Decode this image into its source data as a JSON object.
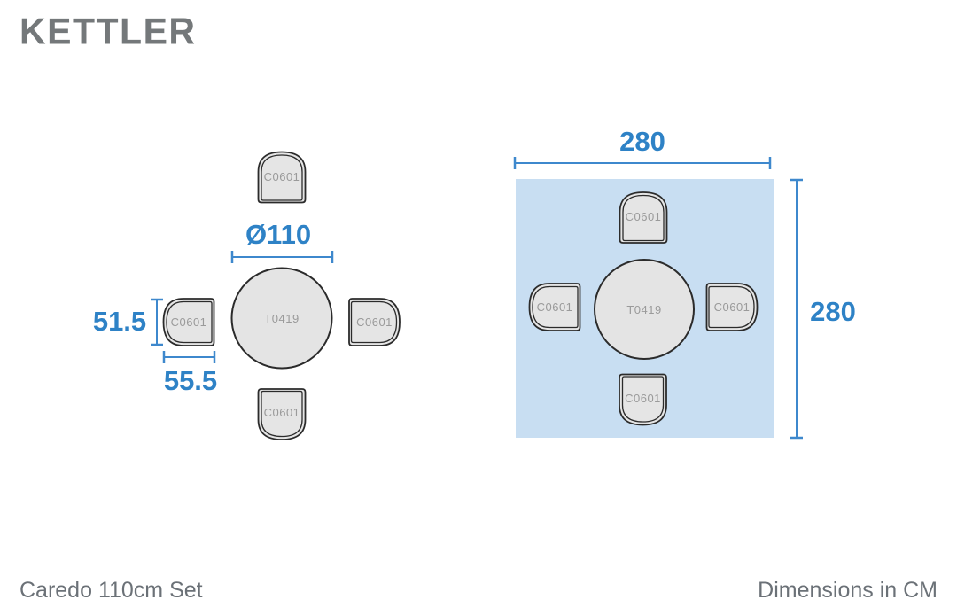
{
  "brand": {
    "logo_text": "KETTLER"
  },
  "footer": {
    "product_name": "Caredo 110cm Set",
    "units_note": "Dimensions in CM"
  },
  "parts": {
    "table_code": "T0419",
    "chair_code": "C0601"
  },
  "set_diagram": {
    "table_diameter": "Ø110",
    "chair_width": "51.5",
    "chair_depth": "55.5"
  },
  "clearance_diagram": {
    "area_width": "280",
    "area_height": "280"
  },
  "colors": {
    "accent_blue": "#2E82C6",
    "dimension_line_blue": "#3E88CD",
    "clearance_fill": "#C8DEF2",
    "furniture_fill": "#E5E5E5",
    "furniture_outline": "#2B2B2B",
    "part_label_gray": "#9A9A9A",
    "caption_gray": "#6B7177",
    "logo_gray": "#74787A"
  }
}
